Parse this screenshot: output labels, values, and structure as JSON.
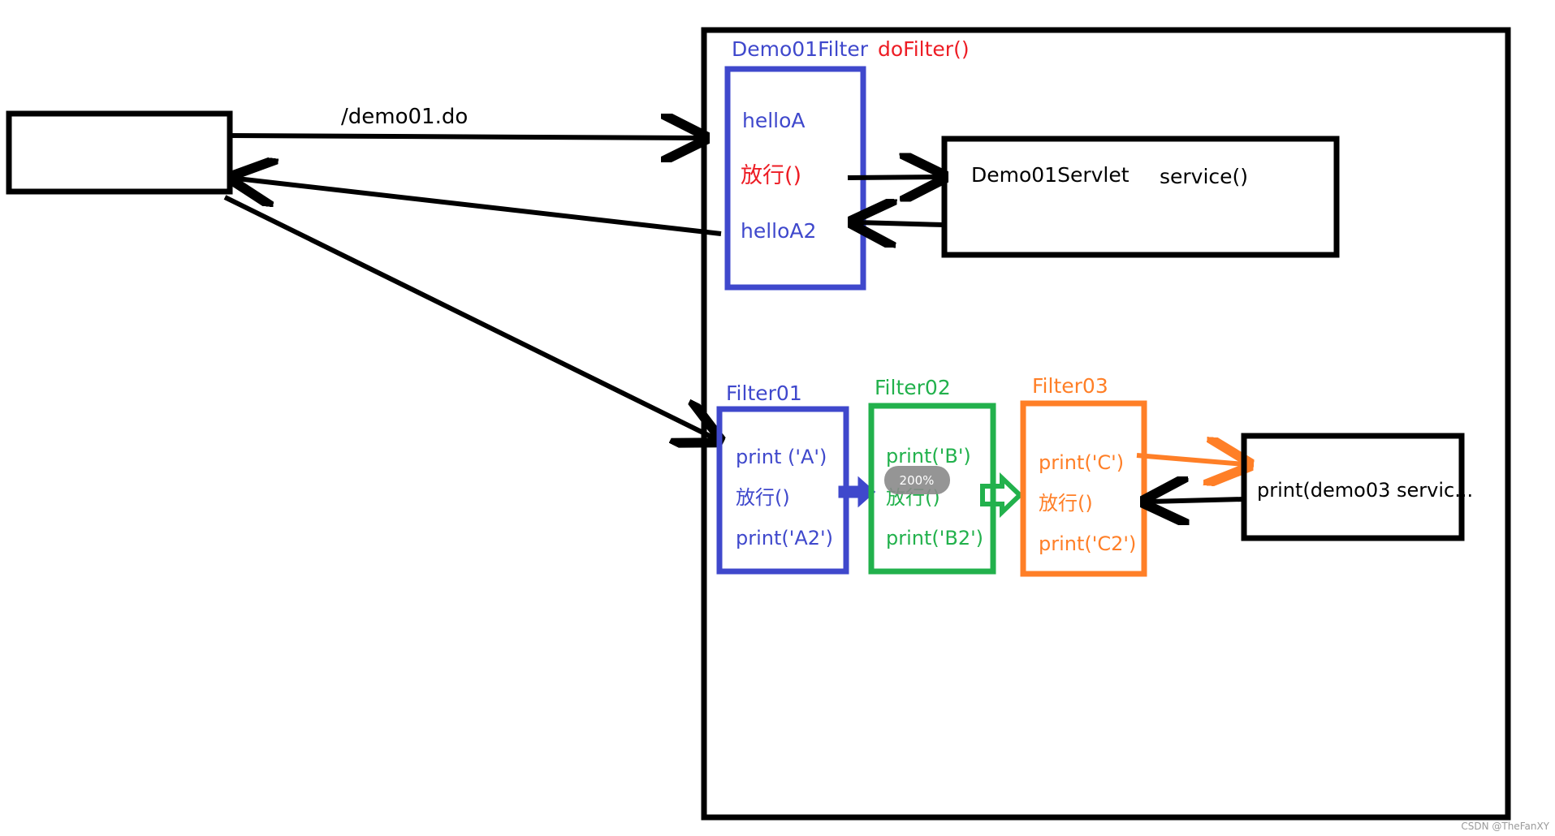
{
  "request_label": "/demo01.do",
  "demo01_filter": {
    "name": "Demo01Filter",
    "method": "doFilter()",
    "lines": [
      "helloA",
      "放行()",
      "helloA2"
    ]
  },
  "servlet": {
    "name": "Demo01Servlet",
    "method": "service()"
  },
  "filter01": {
    "name": "Filter01",
    "lines": [
      "print ('A')",
      "放行()",
      "print('A2')"
    ]
  },
  "filter02": {
    "name": "Filter02",
    "lines": [
      "print('B')",
      "放行()",
      "print('B2')"
    ]
  },
  "filter03": {
    "name": "Filter03",
    "lines": [
      "print('C')",
      "放行()",
      "print('C2')"
    ]
  },
  "demo03_service": "print(demo03 servic...",
  "zoom_badge": "200%",
  "watermark": "CSDN @TheFanXY",
  "colors": {
    "blue": "#3f48cc",
    "red": "#ed1c24",
    "green": "#22b14c",
    "orange": "#ff7f27",
    "black": "#000000"
  }
}
